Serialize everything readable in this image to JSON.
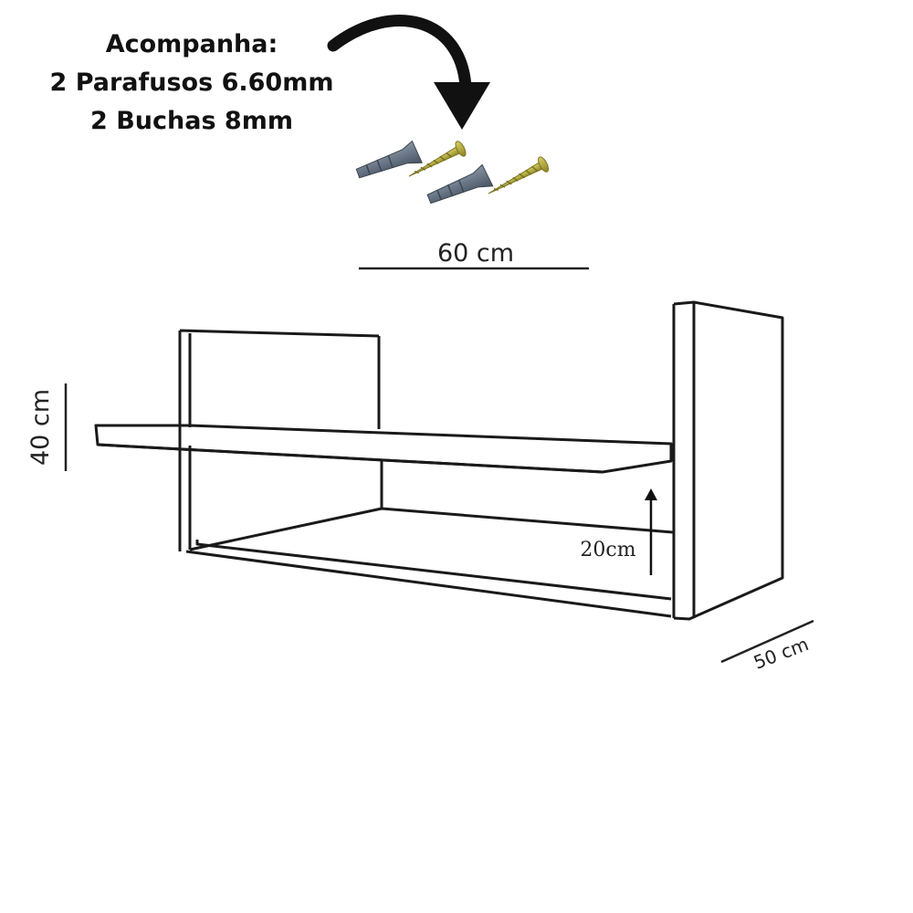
{
  "header": {
    "title": "Acompanha:",
    "line1": "2 Parafusos 6.60mm",
    "line2": "2 Buchas 8mm"
  },
  "dimensions": {
    "width": "60 cm",
    "height": "40 cm",
    "depth": "50 cm",
    "shelf_gap": "20cm"
  },
  "colors": {
    "line": "#1a1a1a",
    "anchor": "#5d6b7d",
    "screw": "#b3a93c"
  },
  "icons": {
    "arrow": "curved-arrow-icon",
    "hardware": [
      "wall-anchor-icon",
      "screw-icon"
    ]
  }
}
